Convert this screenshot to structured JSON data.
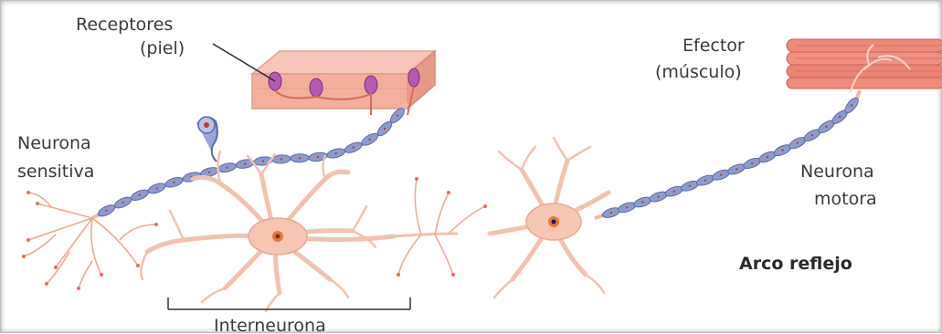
{
  "labels": {
    "receptors_line1": "Receptores",
    "receptors_line2": "(piel)",
    "effector_line1": "Efector",
    "effector_line2": "(músculo)",
    "sensory_line1": "Neurona",
    "sensory_line2": "sensitiva",
    "motor_line1": "Neurona",
    "motor_line2": "motora",
    "title": "Arco reflejo",
    "interneuron": "Interneurona"
  },
  "colors": {
    "neuron_fill": "#f6c9b6",
    "neuron_stroke": "#e8a48a",
    "myelin_fill": "#8e9bd1",
    "myelin_stroke": "#5b68a8",
    "skin_fill": "#f2b4a2",
    "receptor_fill": "#b05ab0",
    "muscle_fill": "#ee8a7a",
    "nucleus_fill": "#e07030"
  }
}
